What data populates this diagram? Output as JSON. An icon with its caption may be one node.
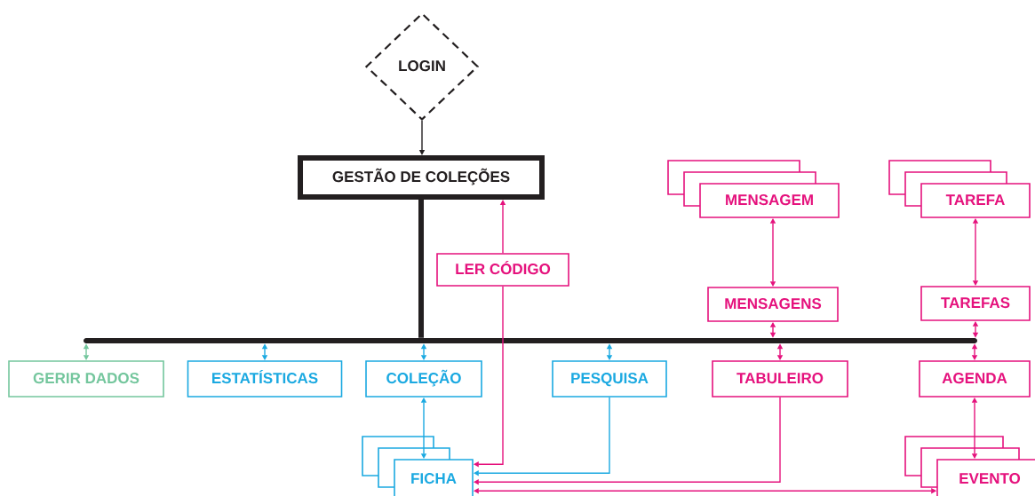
{
  "diagram": {
    "nodes": [
      {
        "text": [
          "LOGIN"
        ]
      },
      {
        "text": [
          "GESTÃO DE COLEÇÕES"
        ]
      },
      {
        "text": [
          "LER CÓDIGO"
        ]
      },
      {
        "text": [
          "MENSAGEM"
        ]
      },
      {
        "text": [
          "TAREFA"
        ]
      },
      {
        "text": [
          "MENSAGENS"
        ]
      },
      {
        "text": [
          "TAREFAS"
        ]
      },
      {
        "text": [],
        "shape": "bar"
      },
      {
        "text": [
          "GERIR DADOS"
        ]
      },
      {
        "text": [
          "ESTATÍSTICAS"
        ]
      },
      {
        "text": [
          "COLEÇÃO"
        ]
      },
      {
        "text": [
          "PESQUISA"
        ]
      },
      {
        "text": [
          "TABULEIRO"
        ]
      },
      {
        "text": [
          "AGENDA"
        ]
      },
      {
        "text": [
          "FICHA"
        ]
      },
      {
        "text": [
          "EVENTO"
        ]
      }
    ],
    "edges": [
      {
        "from": 0,
        "to": 1,
        "arrow": "to",
        "color": "#231f20"
      },
      {
        "from": 1,
        "to": 7,
        "arrow": "none",
        "style": "thick",
        "color": "#231f20"
      },
      {
        "from": 7,
        "to": 8,
        "arrow": "both",
        "color": "#74c69d"
      },
      {
        "from": 7,
        "to": 9,
        "arrow": "both",
        "color": "#1ba9e1"
      },
      {
        "from": 7,
        "to": 10,
        "arrow": "both",
        "color": "#1ba9e1"
      },
      {
        "from": 7,
        "to": 11,
        "arrow": "both",
        "color": "#1ba9e1"
      },
      {
        "from": 7,
        "to": 12,
        "arrow": "both"
      },
      {
        "from": 7,
        "to": 13,
        "arrow": "both"
      },
      {
        "from": 5,
        "to": 7,
        "arrow": "both"
      },
      {
        "from": 6,
        "to": 7,
        "arrow": "both"
      },
      {
        "from": 3,
        "to": 5,
        "arrow": "both"
      },
      {
        "from": 4,
        "to": 6,
        "arrow": "both"
      },
      {
        "from": 2,
        "to": 1,
        "arrow": "to"
      },
      {
        "from": 2,
        "to": 14,
        "arrow": "to"
      },
      {
        "from": 10,
        "to": 14,
        "arrow": "both",
        "color": "#1ba9e1"
      },
      {
        "from": 11,
        "to": 14,
        "arrow": "to",
        "color": "#1ba9e1"
      },
      {
        "from": 12,
        "to": 14,
        "arrow": "to"
      },
      {
        "from": 14,
        "to": 15,
        "arrow": "both"
      },
      {
        "from": 13,
        "to": 15,
        "arrow": "both"
      }
    ]
  }
}
